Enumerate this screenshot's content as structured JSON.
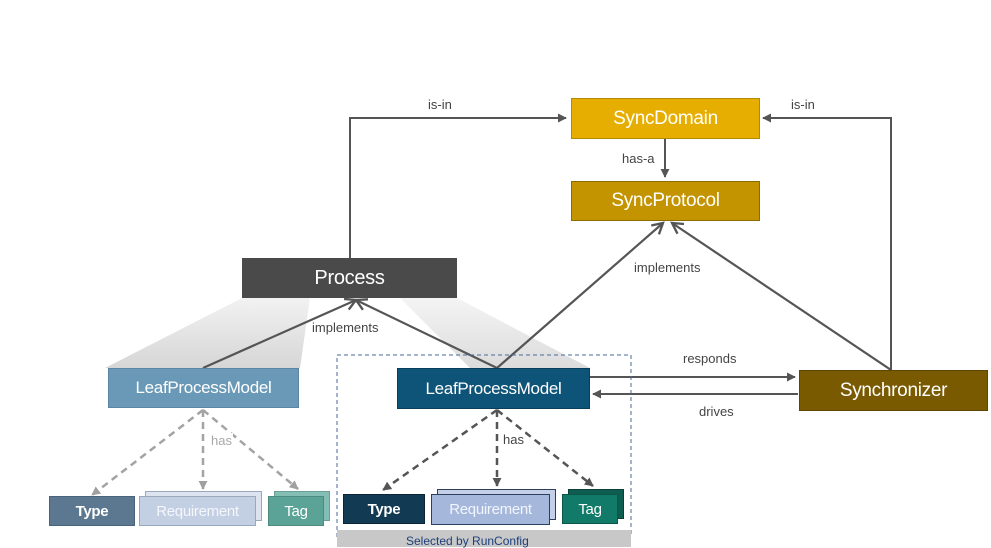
{
  "nodes": {
    "sync_domain": "SyncDomain",
    "sync_protocol": "SyncProtocol",
    "process": "Process",
    "leaf_left": "LeafProcessModel",
    "leaf_right": "LeafProcessModel",
    "synchronizer": "Synchronizer",
    "type_left": "Type",
    "requirement_left": "Requirement",
    "tag_left": "Tag",
    "type_right": "Type",
    "requirement_right": "Requirement",
    "tag_right": "Tag"
  },
  "edges": {
    "process_is_in": "is-in",
    "synchronizer_is_in": "is-in",
    "has_a": "has-a",
    "implements_protocol": "implements",
    "implements_process": "implements",
    "responds": "responds",
    "drives": "drives",
    "has_left": "has",
    "has_right": "has"
  },
  "selection_caption": "Selected by RunConfig",
  "colors": {
    "sync_domain": "#e6ae00",
    "sync_protocol": "#c49400",
    "process": "#4a4a4a",
    "leaf_left": "#6999b6",
    "leaf_right": "#0e5478",
    "synchronizer": "#7a5a00",
    "type_left": "#5c7890",
    "requirement_left": "#c3cfe3",
    "tag_left": "#5aa396",
    "type_right": "#123a52",
    "requirement_right": "#a5b7db",
    "tag_right": "#117a68"
  }
}
